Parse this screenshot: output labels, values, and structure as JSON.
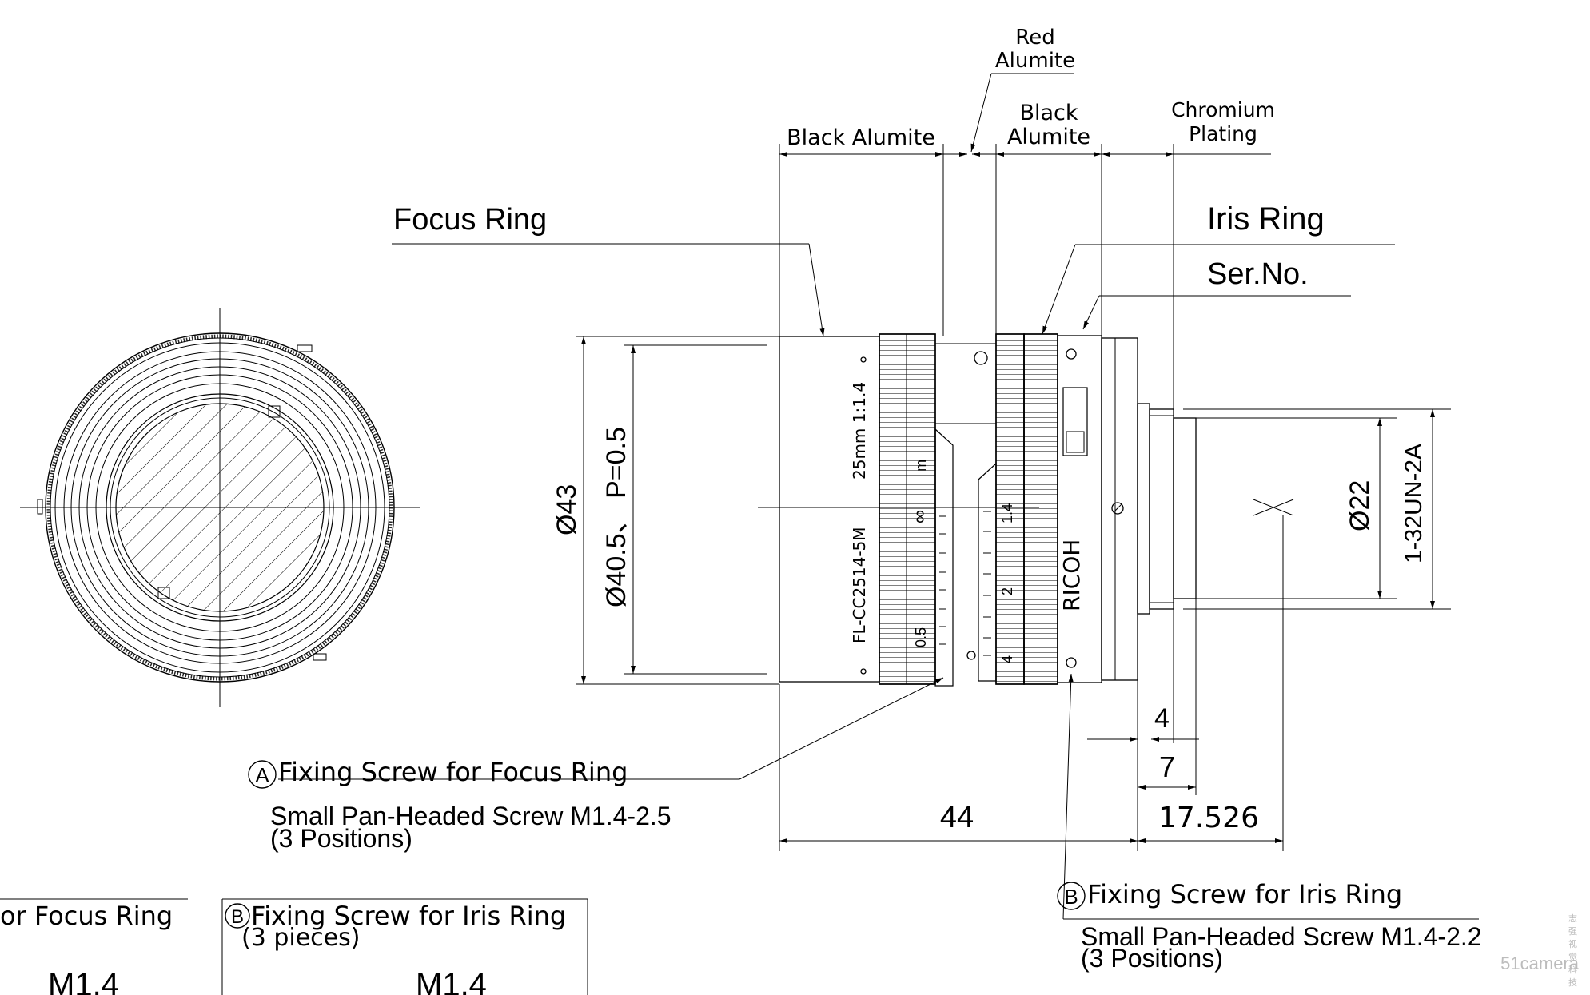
{
  "labels": {
    "red_alumite": [
      "Red",
      "Alumite"
    ],
    "black_alumite_left": "Black Alumite",
    "black_alumite_right": [
      "Black",
      "Alumite"
    ],
    "chromium_plating": [
      "Chromium",
      "Plating"
    ],
    "focus_ring": "Focus Ring",
    "iris_ring": "Iris Ring",
    "ser_no": "Ser.No."
  },
  "dimensions": {
    "d43": "Ø43",
    "d40_5": "Ø40.5、 P=0.5",
    "d22": "Ø22",
    "thread": "1-32UN-2A",
    "len_4": "4",
    "len_7": "7",
    "len_44": "44",
    "len_17_526": "17.526"
  },
  "lens_markings": {
    "model": "FL-CC2514-5M",
    "brand": "RICOH",
    "focal": "25mm 1:1.4",
    "aperture_scale": [
      "1.4",
      "2",
      "4"
    ],
    "focus_scale": [
      "∞",
      "m",
      "0.5"
    ]
  },
  "callouts": {
    "screw_a": {
      "letter": "A",
      "title": "Fixing Screw for Focus Ring",
      "spec": "Small Pan-Headed Screw M1.4-2.5",
      "positions": "(3 Positions)"
    },
    "screw_b": {
      "letter": "B",
      "title": "Fixing Screw for Iris Ring",
      "spec": "Small Pan-Headed Screw M1.4-2.2",
      "positions": "(3 Positions)"
    }
  },
  "table": {
    "col_a_title": "or Focus Ring",
    "col_a_value": "M1.4",
    "col_b_letter": "B",
    "col_b_title": "Fixing Screw for Iris Ring",
    "col_b_sub": "(3 pieces)",
    "col_b_value": "M1.4"
  },
  "watermark": {
    "name": "51camera",
    "sub": "志强视觉科技"
  }
}
